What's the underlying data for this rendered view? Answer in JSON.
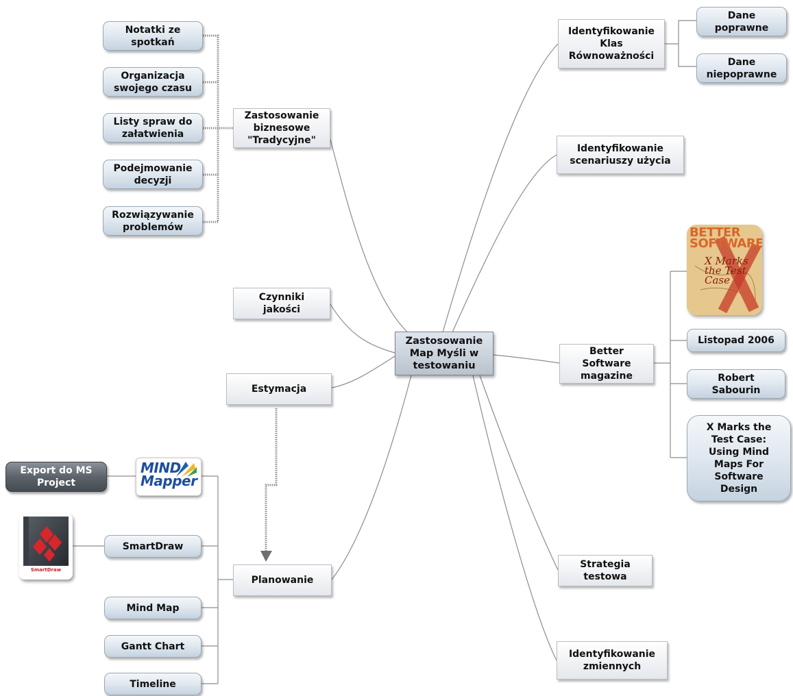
{
  "central": {
    "label": "Zastosowanie\nMap Myśli w\ntestowaniu"
  },
  "left_topics": {
    "zastosowanie": "Zastosowanie\nbiznesowe\n\"Tradycyjne\"",
    "czynniki": "Czynniki\njakości",
    "estymacja": "Estymacja",
    "planowanie": "Planowanie"
  },
  "business_items": [
    "Notatki ze\nspotkań",
    "Organizacja\nswojego czasu",
    "Listy spraw do\nzałatwienia",
    "Podejmowanie\ndecyzji",
    "Rozwiązywanie\nproblemów"
  ],
  "planning_items": [
    "SmartDraw",
    "Mind Map",
    "Gantt Chart",
    "Timeline"
  ],
  "export_label": "Export do MS\nProject",
  "mindmapper_logo": "MIND\nMapper",
  "smartdraw_box_text": "SmartDraw",
  "right_topics": {
    "klasy": "Identyfikowanie\nKlas\nRównoważności",
    "scenariusze": "Identyfikowanie\nscenariuszy użycia",
    "better": "Better\nSoftware\nmagazine",
    "strategia": "Strategia\ntestowa",
    "zmienne": "Identyfikowanie\nzmiennych"
  },
  "klasy_items": [
    "Dane\npoprawne",
    "Dane\nniepoprawne"
  ],
  "magazine_items": [
    "Listopad 2006",
    "Robert\nSabourin",
    "X Marks the\nTest Case:\nUsing Mind\nMaps For\nSoftware\nDesign"
  ],
  "magazine_cover": {
    "title": "BETTER\nSOFTWARE",
    "subtitle": "X Marks\nthe Test Case"
  },
  "colors": {
    "line": "#8c8c8c",
    "dotted": "#8f8f8f",
    "central_fill": "#c9d1da",
    "pill_fill": "#d6e0ea"
  }
}
